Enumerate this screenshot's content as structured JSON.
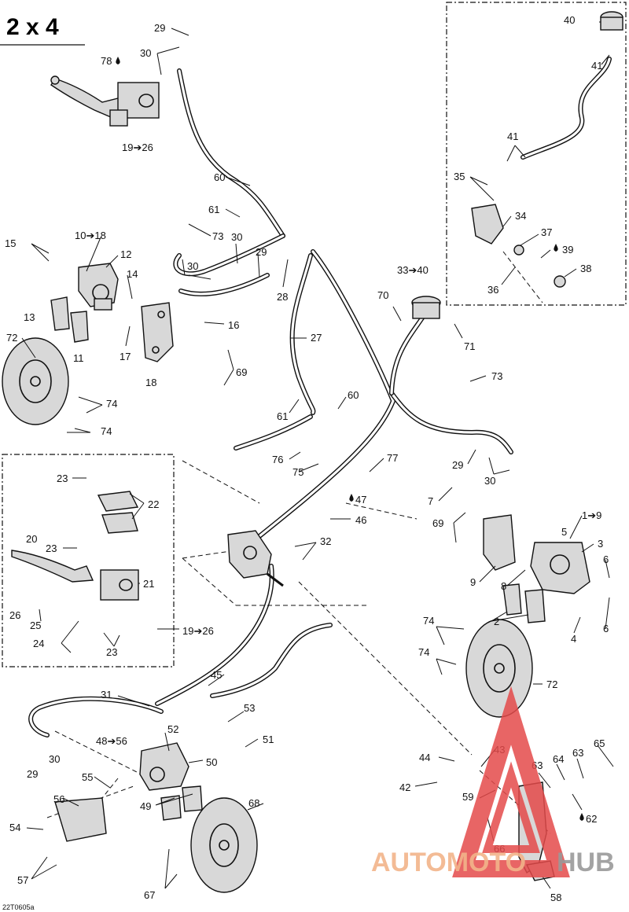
{
  "title": "2 x 4",
  "drawing_code": "22T0605a",
  "watermark": {
    "part1": "AUTOMOTO",
    "part2": "HUB",
    "color_main": "#f2b48a",
    "color_hub": "#9a9a9a",
    "logo_color": "#e44a4a"
  },
  "callouts": [
    {
      "id": "c29a",
      "text": "29"
    },
    {
      "id": "c30a",
      "text": "30"
    },
    {
      "id": "c78",
      "text": "78"
    },
    {
      "id": "c19_26a",
      "text": "19➔26"
    },
    {
      "id": "c60a",
      "text": "60"
    },
    {
      "id": "c61a",
      "text": "61"
    },
    {
      "id": "c73a",
      "text": "73"
    },
    {
      "id": "c30b",
      "text": "30"
    },
    {
      "id": "c29b",
      "text": "29"
    },
    {
      "id": "c28",
      "text": "28"
    },
    {
      "id": "c30c",
      "text": "30"
    },
    {
      "id": "c15",
      "text": "15"
    },
    {
      "id": "c10_18",
      "text": "10➔18"
    },
    {
      "id": "c12",
      "text": "12"
    },
    {
      "id": "c14",
      "text": "14"
    },
    {
      "id": "c13",
      "text": "13"
    },
    {
      "id": "c11",
      "text": "11"
    },
    {
      "id": "c16",
      "text": "16"
    },
    {
      "id": "c17",
      "text": "17"
    },
    {
      "id": "c18",
      "text": "18"
    },
    {
      "id": "c69a",
      "text": "69"
    },
    {
      "id": "c72a",
      "text": "72"
    },
    {
      "id": "c74a",
      "text": "74"
    },
    {
      "id": "c74b",
      "text": "74"
    },
    {
      "id": "c27",
      "text": "27"
    },
    {
      "id": "c61b",
      "text": "61"
    },
    {
      "id": "c60b",
      "text": "60"
    },
    {
      "id": "c76",
      "text": "76"
    },
    {
      "id": "c75",
      "text": "75"
    },
    {
      "id": "c77",
      "text": "77"
    },
    {
      "id": "c47",
      "text": "47"
    },
    {
      "id": "c46",
      "text": "46"
    },
    {
      "id": "c32",
      "text": "32"
    },
    {
      "id": "c33_40",
      "text": "33➔40"
    },
    {
      "id": "c70",
      "text": "70"
    },
    {
      "id": "c71",
      "text": "71"
    },
    {
      "id": "c73b",
      "text": "73"
    },
    {
      "id": "c29c",
      "text": "29"
    },
    {
      "id": "c30d",
      "text": "30"
    },
    {
      "id": "c40",
      "text": "40"
    },
    {
      "id": "c41a",
      "text": "41"
    },
    {
      "id": "c41b",
      "text": "41"
    },
    {
      "id": "c35",
      "text": "35"
    },
    {
      "id": "c34",
      "text": "34"
    },
    {
      "id": "c37",
      "text": "37"
    },
    {
      "id": "c39",
      "text": "39"
    },
    {
      "id": "c38",
      "text": "38"
    },
    {
      "id": "c36",
      "text": "36"
    },
    {
      "id": "c7",
      "text": "7"
    },
    {
      "id": "c69b",
      "text": "69"
    },
    {
      "id": "c1_9",
      "text": "1➔9"
    },
    {
      "id": "c5",
      "text": "5"
    },
    {
      "id": "c3",
      "text": "3"
    },
    {
      "id": "c6a",
      "text": "6"
    },
    {
      "id": "c9",
      "text": "9"
    },
    {
      "id": "c8",
      "text": "8"
    },
    {
      "id": "c2",
      "text": "2"
    },
    {
      "id": "c6b",
      "text": "6"
    },
    {
      "id": "c4",
      "text": "4"
    },
    {
      "id": "c74c",
      "text": "74"
    },
    {
      "id": "c74d",
      "text": "74"
    },
    {
      "id": "c72b",
      "text": "72"
    },
    {
      "id": "c23a",
      "text": "23"
    },
    {
      "id": "c22",
      "text": "22"
    },
    {
      "id": "c20",
      "text": "20"
    },
    {
      "id": "c23b",
      "text": "23"
    },
    {
      "id": "c21",
      "text": "21"
    },
    {
      "id": "c26",
      "text": "26"
    },
    {
      "id": "c25",
      "text": "25"
    },
    {
      "id": "c24",
      "text": "24"
    },
    {
      "id": "c23c",
      "text": "23"
    },
    {
      "id": "c19_26b",
      "text": "19➔26"
    },
    {
      "id": "c45",
      "text": "45"
    },
    {
      "id": "c31",
      "text": "31"
    },
    {
      "id": "c53",
      "text": "53"
    },
    {
      "id": "c52",
      "text": "52"
    },
    {
      "id": "c48_56",
      "text": "48➔56"
    },
    {
      "id": "c51",
      "text": "51"
    },
    {
      "id": "c30e",
      "text": "30"
    },
    {
      "id": "c29d",
      "text": "29"
    },
    {
      "id": "c50",
      "text": "50"
    },
    {
      "id": "c55",
      "text": "55"
    },
    {
      "id": "c56",
      "text": "56"
    },
    {
      "id": "c68",
      "text": "68"
    },
    {
      "id": "c49",
      "text": "49"
    },
    {
      "id": "c54",
      "text": "54"
    },
    {
      "id": "c57",
      "text": "57"
    },
    {
      "id": "c67",
      "text": "67"
    },
    {
      "id": "c44",
      "text": "44"
    },
    {
      "id": "c43",
      "text": "43"
    },
    {
      "id": "c42",
      "text": "42"
    },
    {
      "id": "c59",
      "text": "59"
    },
    {
      "id": "c63a",
      "text": "63"
    },
    {
      "id": "c64",
      "text": "64"
    },
    {
      "id": "c63b",
      "text": "63"
    },
    {
      "id": "c65",
      "text": "65"
    },
    {
      "id": "c62",
      "text": "62"
    },
    {
      "id": "c66",
      "text": "66"
    },
    {
      "id": "c58",
      "text": "58"
    }
  ]
}
